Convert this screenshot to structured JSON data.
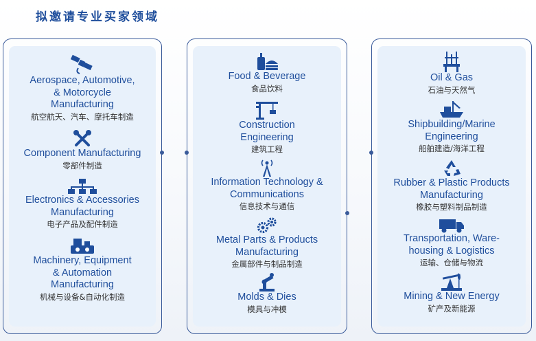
{
  "title": "拟邀请专业买家领域",
  "columns": [
    [
      {
        "icon": "satellite-icon",
        "en": [
          "Aerospace, Automotive,",
          "& Motorcycle",
          "Manufacturing"
        ],
        "zh": "航空航天、汽车、摩托车制造"
      },
      {
        "icon": "tools-icon",
        "en": [
          "Component Manufacturing"
        ],
        "zh": "零部件制造"
      },
      {
        "icon": "network-icon",
        "en": [
          "Electronics & Accessories",
          "Manufacturing"
        ],
        "zh": "电子产品及配件制造"
      },
      {
        "icon": "machinery-icon",
        "en": [
          "Machinery, Equipment",
          "& Automation",
          "Manufacturing"
        ],
        "zh": "机械与设备&自动化制造"
      }
    ],
    [
      {
        "icon": "food-icon",
        "en": [
          "Food & Beverage"
        ],
        "zh": "食品饮料"
      },
      {
        "icon": "crane-icon",
        "en": [
          "Construction",
          "Engineering"
        ],
        "zh": "建筑工程"
      },
      {
        "icon": "antenna-icon",
        "en": [
          "Information Technology &",
          "Communications"
        ],
        "zh": "信息技术与通信"
      },
      {
        "icon": "gears-icon",
        "en": [
          "Metal Parts & Products",
          "Manufacturing"
        ],
        "zh": "金属部件与制品制造"
      },
      {
        "icon": "robot-arm-icon",
        "en": [
          "Molds & Dies"
        ],
        "zh": "模具与冲模"
      }
    ],
    [
      {
        "icon": "oil-rig-icon",
        "en": [
          "Oil & Gas"
        ],
        "zh": "石油与天然气"
      },
      {
        "icon": "ship-icon",
        "en": [
          "Shipbuilding/Marine",
          "Engineering"
        ],
        "zh": "船舶建造/海洋工程"
      },
      {
        "icon": "recycle-icon",
        "en": [
          "Rubber & Plastic Products",
          "Manufacturing"
        ],
        "zh": "橡胶与塑料制品制造"
      },
      {
        "icon": "truck-icon",
        "en": [
          "Transportation, Ware-",
          "housing & Logistics"
        ],
        "zh": "运输、仓储与物流"
      },
      {
        "icon": "pump-jack-icon",
        "en": [
          "Mining & New Energy"
        ],
        "zh": "矿产及新能源"
      }
    ]
  ],
  "colors": {
    "primary": "#1f4e9c",
    "panel_fill": "#e8f1fb",
    "border": "#3a5b9a",
    "zh_text": "#333333"
  }
}
